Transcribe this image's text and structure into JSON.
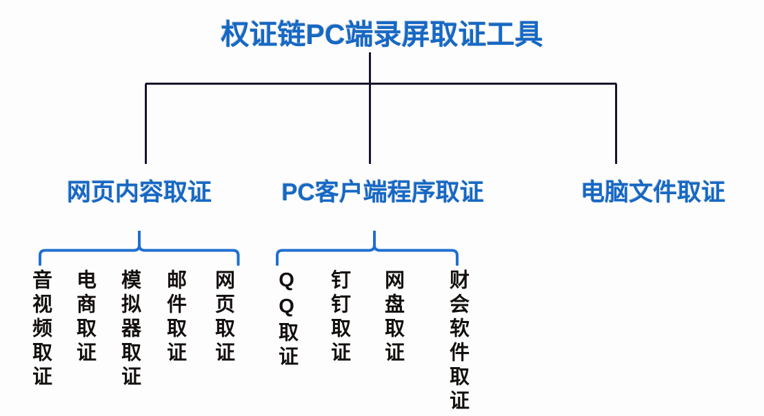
{
  "diagram": {
    "type": "organization-tree",
    "title": "权证链PC端录屏取证工具",
    "accent_color": "#1668c4",
    "leaf_text_color": "#14100f",
    "connector_color": "#17122b",
    "bracket_color": "#1f6fd0",
    "levels": 3
  },
  "root": {
    "label": "权证链PC端录屏取证工具"
  },
  "branches": [
    {
      "label": "网页内容取证",
      "children": [
        {
          "label": "音视频取证"
        },
        {
          "label": "电商取证"
        },
        {
          "label": "模拟器取证"
        },
        {
          "label": "邮件取证"
        },
        {
          "label": "网页取证"
        }
      ]
    },
    {
      "label": "PC客户端程序取证",
      "children": [
        {
          "label": "QQ取证"
        },
        {
          "label": "钉钉取证"
        },
        {
          "label": "网盘取证"
        },
        {
          "label": "财会软件取证"
        }
      ]
    },
    {
      "label": "电脑文件取证",
      "children": []
    }
  ]
}
